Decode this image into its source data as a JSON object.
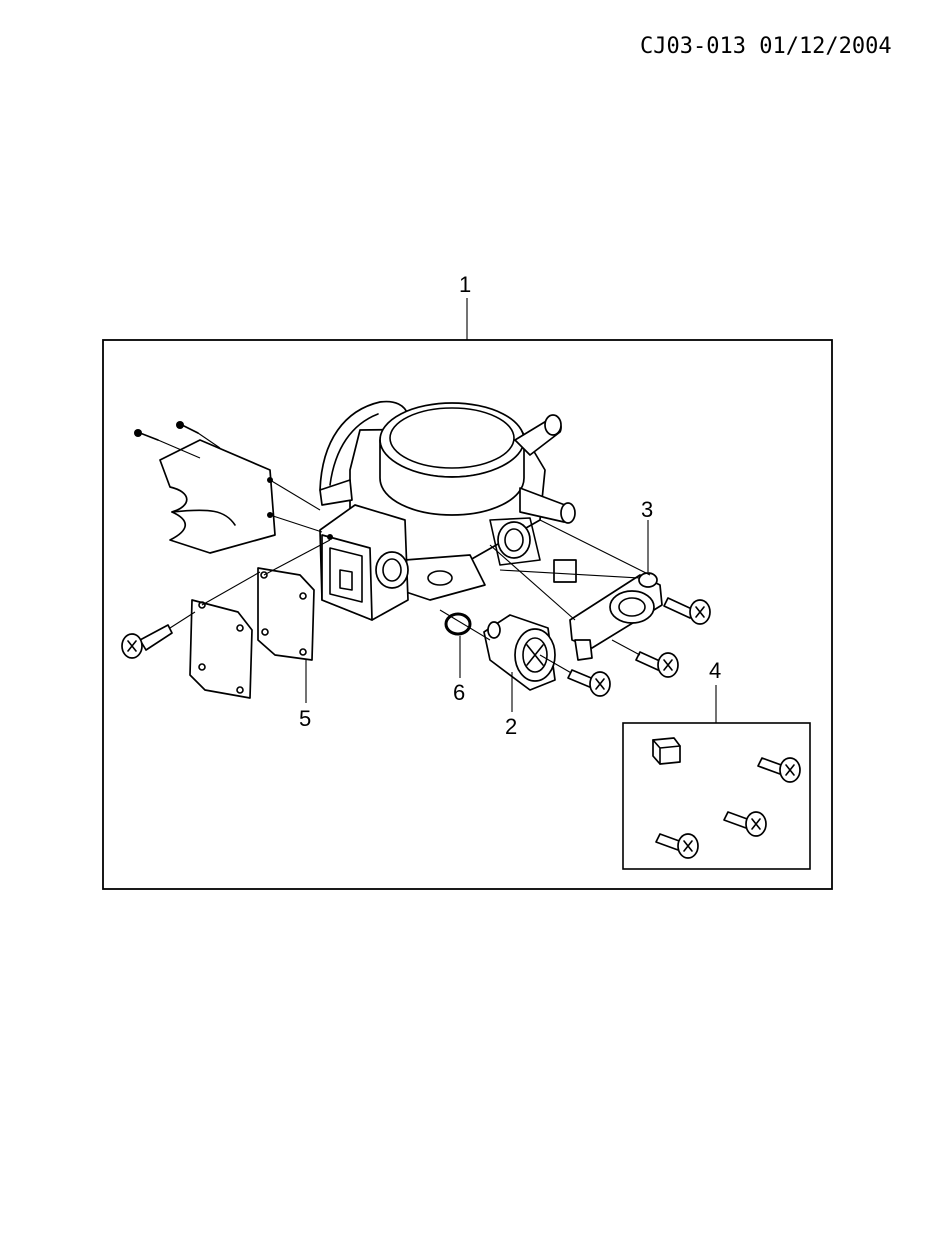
{
  "header": {
    "document_code": "CJ03-013 01/12/2004"
  },
  "callouts": {
    "c1": "1",
    "c2": "2",
    "c3": "3",
    "c4": "4",
    "c5": "5",
    "c6": "6"
  }
}
